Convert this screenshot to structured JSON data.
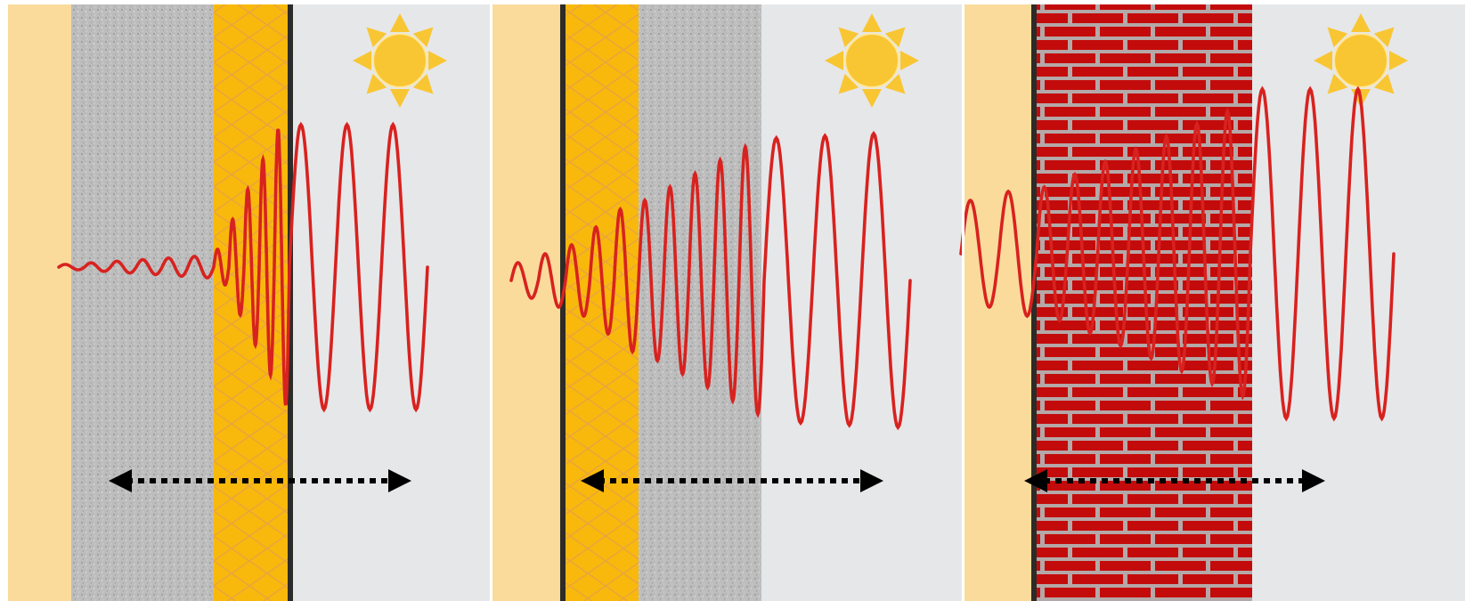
{
  "diagram": {
    "panel_count": 3,
    "colors": {
      "background": "#ffffff",
      "outside_air": "#e6e7e9",
      "interior_plaster": "#fadb9c",
      "concrete": "#bdbdbd",
      "insulation": "#f9b90c",
      "insulation_hatch": "#e9a63a",
      "brick": "#c40b0b",
      "mortar": "#b5a8a8",
      "membrane": "#2d2b27",
      "wave": "#d8221f",
      "sun": "#f9c633",
      "arrow": "#000000"
    },
    "panels": [
      {
        "layers": [
          "interior-plaster",
          "concrete",
          "insulation",
          "membrane"
        ],
        "wave_attenuation": "strong",
        "sun_icon": "sun-icon",
        "arrow": "double-headed-dotted-arrow"
      },
      {
        "layers": [
          "interior-plaster",
          "membrane",
          "insulation",
          "concrete"
        ],
        "wave_attenuation": "moderate",
        "sun_icon": "sun-icon",
        "arrow": "double-headed-dotted-arrow"
      },
      {
        "layers": [
          "interior-plaster",
          "membrane",
          "brick"
        ],
        "wave_attenuation": "weak",
        "sun_icon": "sun-icon",
        "arrow": "double-headed-dotted-arrow"
      }
    ]
  }
}
